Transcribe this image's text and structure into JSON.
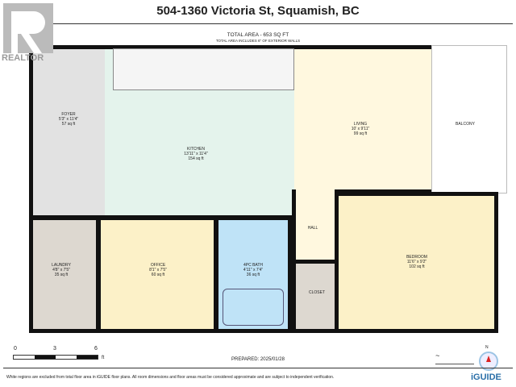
{
  "header": {
    "title": "504-1360 Victoria St, Squamish, BC",
    "total_area": "TOTAL AREA - 653 SQ FT",
    "area_note": "TOTAL AREA INCLUDES 6\" OF EXTERIOR WALLS",
    "watermark": "REALTOR"
  },
  "rooms": [
    {
      "name": "FOYER",
      "dims": "5'3\" x 11'4\"",
      "area": "57 sq ft",
      "color": "#e2e2e2"
    },
    {
      "name": "KITCHEN",
      "dims": "13'11\" x 11'4\"",
      "area": "154 sq ft",
      "color": "#e4f3ec"
    },
    {
      "name": "LIVING",
      "dims": "10' x 9'11\"",
      "area": "99 sq ft",
      "color": "#fff8df"
    },
    {
      "name": "BALCONY",
      "color": "#ffffff"
    },
    {
      "name": "HALL",
      "color": "#fff8df"
    },
    {
      "name": "LAUNDRY",
      "dims": "4'8\" x 7'5\"",
      "area": "35 sq ft",
      "color": "#ddd8d0"
    },
    {
      "name": "OFFICE",
      "dims": "8'1\" x 7'5\"",
      "area": "60 sq ft",
      "color": "#fcf1c8"
    },
    {
      "name": "4PC BATH",
      "dims": "4'11\" x 7'4\"",
      "area": "36 sq ft",
      "color": "#bfe3f7"
    },
    {
      "name": "CLOSET",
      "color": "#ddd8d0"
    },
    {
      "name": "BEDROOM",
      "dims": "11'6\" x 9'2\"",
      "area": "102 sq ft",
      "color": "#fcf1c8"
    }
  ],
  "scale": {
    "ticks": [
      "0",
      "3",
      "6"
    ],
    "unit": "ft"
  },
  "footer": {
    "prepared": "PREPARED: 2025/01/28",
    "disclaimer": "White regions are excluded from total floor area in iGUIDE floor plans. All room dimensions and floor areas must be considered approximate and are subject to independent verification.",
    "brand": "iGUIDE",
    "compass": "N"
  }
}
